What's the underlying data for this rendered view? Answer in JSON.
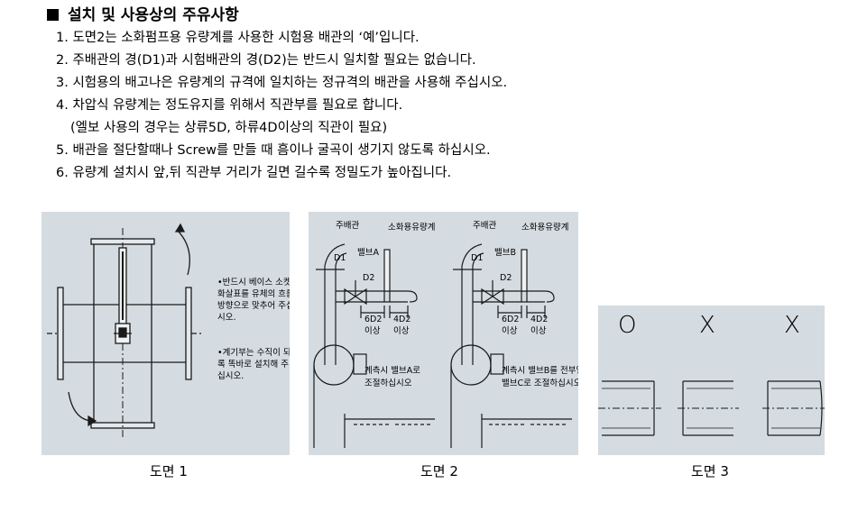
{
  "heading": "설치 및 사용상의 주유사항",
  "items": [
    "1. 도면2는 소화펌프용 유량계를 사용한 시험용 배관의 ‘예’입니다.",
    "2. 주배관의 경(D1)과 시험배관의 경(D2)는 반드시 일치할 필요는 없습니다.",
    "3. 시험용의 배고나은 유량계의 규격에 일치하는 정규격의 배관을 사용해 주십시오.",
    "4. 차압식 유량계는 정도유지를 위해서 직관부를 필요로 합니다.",
    "(엘보 사용의 경우는 상류5D, 하류4D이상의 직관이 필요)",
    "5. 배관을 절단할때나 Screw를 만들 때 흠이나 굴곡이 생기지 않도록 하십시오.",
    "6. 유량계 설치시 앞,뒤 직관부 거리가 길면 길수록 정밀도가 높아집니다."
  ],
  "figure1": {
    "note1": [
      "•반드시 베이스 소켓의",
      "화살표를 유체의 흐름",
      "방향으로 맞추어 주십",
      "시오."
    ],
    "note2": [
      "•계기부는 수직이 되도",
      "록 똑바로 설치해 주",
      "십시오."
    ],
    "caption": "도면 1"
  },
  "figure2": {
    "left": {
      "main_pipe": "주배관",
      "flowmeter": "소화용유량계",
      "valve": "밸브A",
      "d1": "D1",
      "d2": "D2",
      "upstream": "6D2",
      "downstream": "4D2",
      "min1": "이상",
      "min2": "이상",
      "note": [
        "계측시 밸브A로",
        "조절하십시오"
      ]
    },
    "right": {
      "main_pipe": "주배관",
      "flowmeter": "소화용유량계",
      "valve": "밸브B",
      "d1": "D1",
      "d2": "D2",
      "upstream": "6D2",
      "downstream": "4D2",
      "min1": "이상",
      "min2": "이상",
      "note": [
        "계측시 밸브B를 전부열고",
        "밸브C로 조절하십시오"
      ]
    },
    "caption": "도면 2"
  },
  "figure3": {
    "marks": [
      "O",
      "X",
      "X"
    ],
    "caption": "도면 3"
  }
}
